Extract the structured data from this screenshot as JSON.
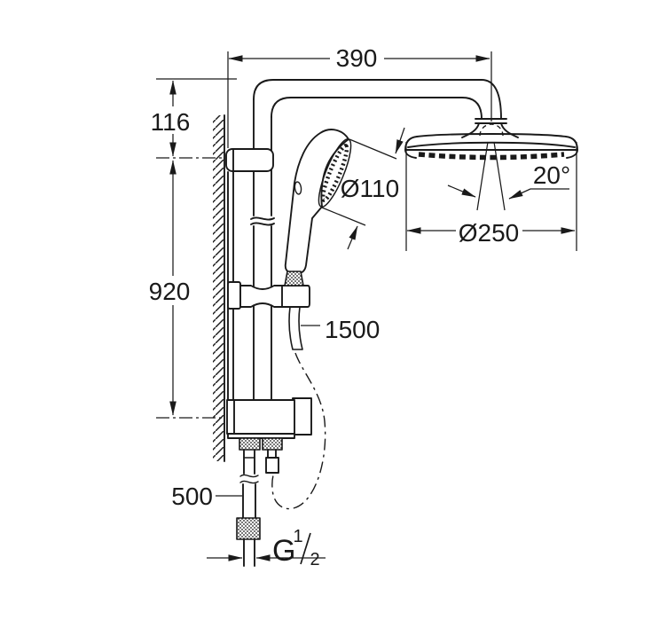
{
  "drawing": {
    "background": "#ffffff",
    "line_color": "#1a1a1a"
  },
  "dimensions": {
    "arm_projection": "390",
    "head_drop": "116",
    "rail_height": "920",
    "hose_length": "1500",
    "outlet_drop": "500",
    "hand_shower_diameter": "Ø110",
    "head_shower_diameter": "Ø250",
    "spray_angle": "20°",
    "connection_thread": {
      "prefix": "G",
      "numerator": "1",
      "denominator": "2"
    }
  }
}
